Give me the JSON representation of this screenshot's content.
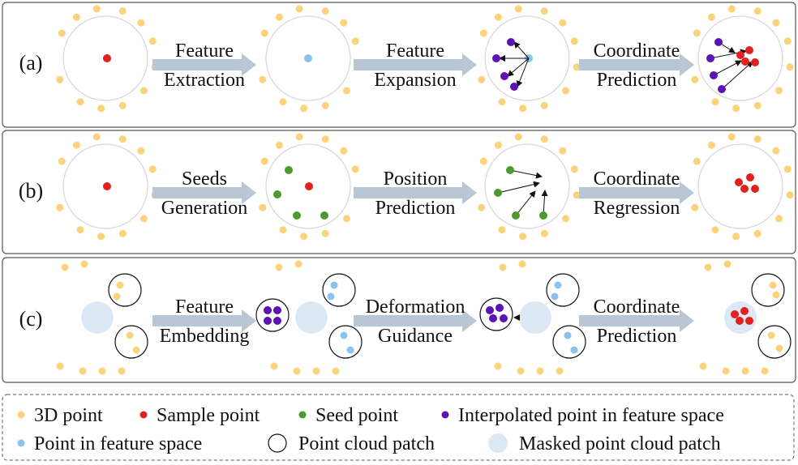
{
  "colors": {
    "point3d": "#fbd37a",
    "sample": "#e3211c",
    "seed": "#4d9a2a",
    "interpolated": "#5b13b5",
    "feature": "#8cc2ec",
    "masked": "#dde8f5",
    "arrow": "#b9c6d3",
    "frame": "#555555"
  },
  "rows": [
    {
      "label": "(a)",
      "steps": [
        {
          "line1": "Feature",
          "line2": "Extraction"
        },
        {
          "line1": "Feature",
          "line2": "Expansion"
        },
        {
          "line1": "Coordinate",
          "line2": "Prediction"
        }
      ]
    },
    {
      "label": "(b)",
      "steps": [
        {
          "line1": "Seeds",
          "line2": "Generation"
        },
        {
          "line1": "Position",
          "line2": "Prediction"
        },
        {
          "line1": "Coordinate",
          "line2": "Regression"
        }
      ]
    },
    {
      "label": "(c)",
      "steps": [
        {
          "line1": "Feature",
          "line2": "Embedding"
        },
        {
          "line1": "Deformation",
          "line2": "Guidance"
        },
        {
          "line1": "Coordinate",
          "line2": "Prediction"
        }
      ]
    }
  ],
  "legend": {
    "items": [
      {
        "icon": "point3d",
        "label": "3D point"
      },
      {
        "icon": "sample",
        "label": "Sample point"
      },
      {
        "icon": "seed",
        "label": "Seed point"
      },
      {
        "icon": "interpolated",
        "label": "Interpolated point in feature space"
      },
      {
        "icon": "feature",
        "label": "Point in feature space"
      },
      {
        "icon": "patch",
        "label": "Point cloud patch"
      },
      {
        "icon": "masked",
        "label": "Masked point cloud patch"
      }
    ]
  }
}
